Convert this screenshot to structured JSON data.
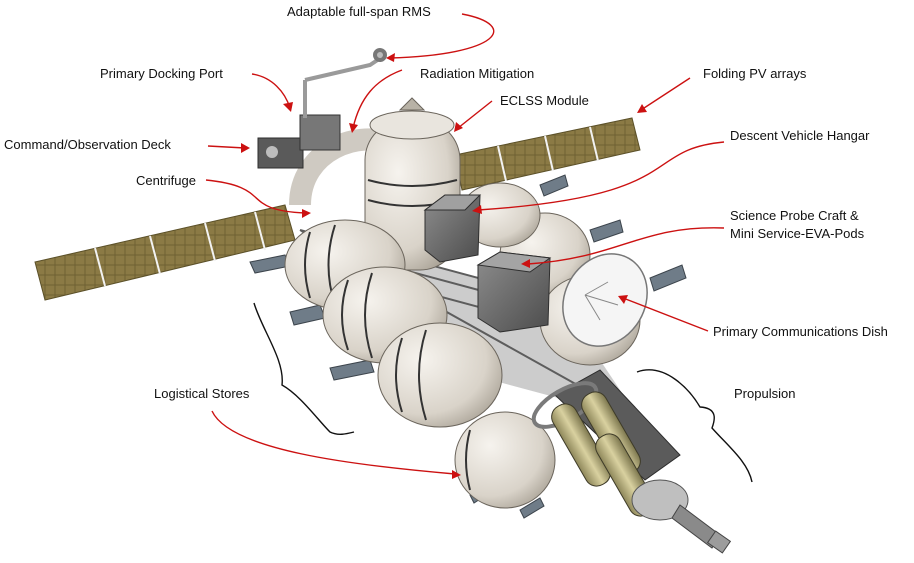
{
  "labels": {
    "rms": "Adaptable full-span RMS",
    "docking": "Primary Docking Port",
    "radiation": "Radiation Mitigation",
    "folding_pv": "Folding PV arrays",
    "eclss": "ECLSS Module",
    "command": "Command/Observation Deck",
    "descent": "Descent Vehicle Hangar",
    "centrifuge": "Centrifuge",
    "science_line1": "Science Probe Craft &",
    "science_line2": "Mini Service-EVA-Pods",
    "comms": "Primary Communications Dish",
    "logistical": "Logistical Stores",
    "propulsion": "Propulsion"
  },
  "colors": {
    "arrow": "#cc1111",
    "brace": "#111111",
    "module_fill": "#e6e1d8",
    "module_stroke": "#6b655c",
    "solar_panel": "#8b7a45",
    "truss": "#6d6d6d",
    "fuel_tank": "#c8c08a"
  }
}
